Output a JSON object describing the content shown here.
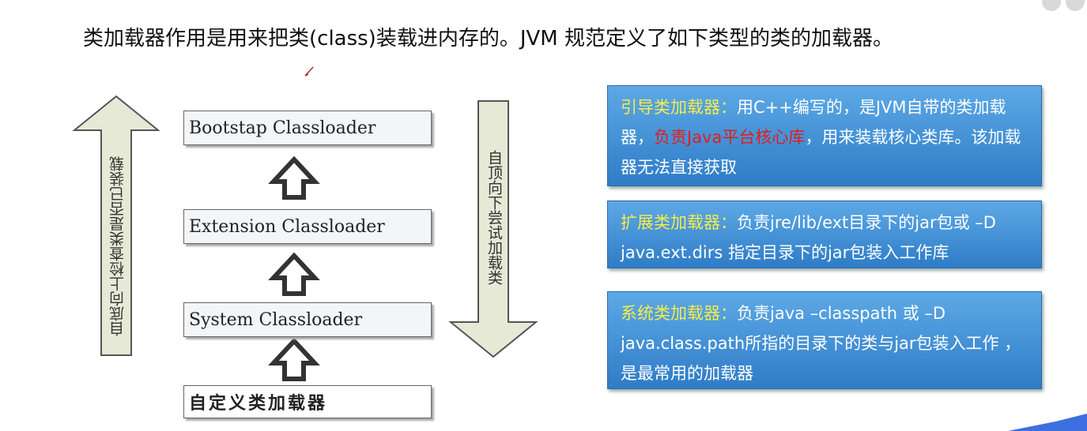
{
  "title": "类加载器作用是用来把类(class)装载进内存的。JVM 规范定义了如下类型的类的加载器。",
  "loaders": [
    "Bootstap Classloader",
    "Extension Classloader",
    "System Classloader",
    "自定义类加载器"
  ],
  "left_arrow_text": "自底向上检查类是否已装载",
  "right_arrow_text": "自顶向下尝试加载类",
  "panels": [
    {
      "name": "引导类加载器：",
      "text_a": "用C++编写的，是JVM自带的类加载器，",
      "text_red": "负责Java平台核心库",
      "text_b": "，用来装载核心类库。该加载器无法直接获取"
    },
    {
      "name": "扩展类加载器：",
      "text": "负责jre/lib/ext目录下的jar包或 –D java.ext.dirs 指定目录下的jar包装入工作库"
    },
    {
      "name": "系统类加载器：",
      "text": "负责java –classpath 或 –D java.class.path所指的目录下的类与jar包装入工作 ，是最常用的加载器"
    }
  ],
  "colors": {
    "panel_top": "#5da9e6",
    "panel_bottom": "#2f7cc7",
    "highlight_yellow": "#f6ec4a",
    "highlight_red": "#e11d1d",
    "arrow_fill": "#e6e9d6",
    "arrow_stroke": "#555555"
  }
}
